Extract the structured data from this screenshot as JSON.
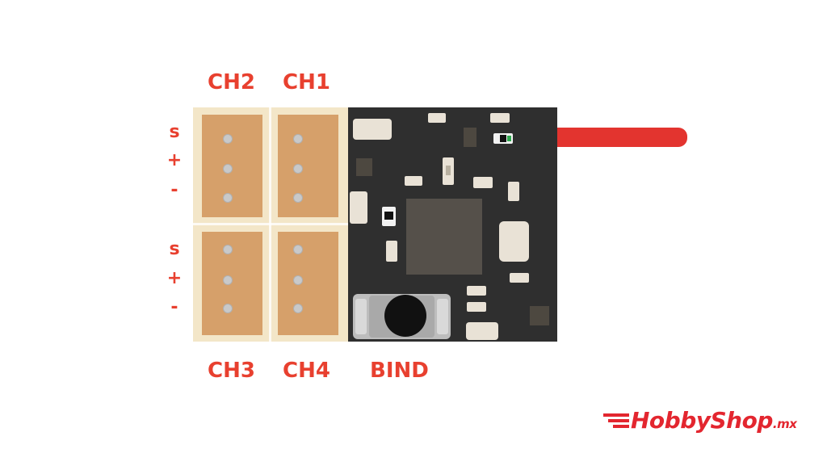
{
  "channels": {
    "ch1": "CH1",
    "ch2": "CH2",
    "ch3": "CH3",
    "ch4": "CH4"
  },
  "bind_label": "BIND",
  "pins_top": [
    "s",
    "+",
    "-"
  ],
  "pins_bottom": [
    "s",
    "+",
    "-"
  ],
  "logo": {
    "part1": "Hobby",
    "part2": "Shop",
    "suffix": ".mx"
  },
  "colors": {
    "label": "#e8402f",
    "pcb": "#2f2f2f",
    "connector_port": "#d6a06a",
    "connector_housing": "#f3e6c8",
    "antenna": "#e3342f",
    "logo": "#e3262f"
  }
}
